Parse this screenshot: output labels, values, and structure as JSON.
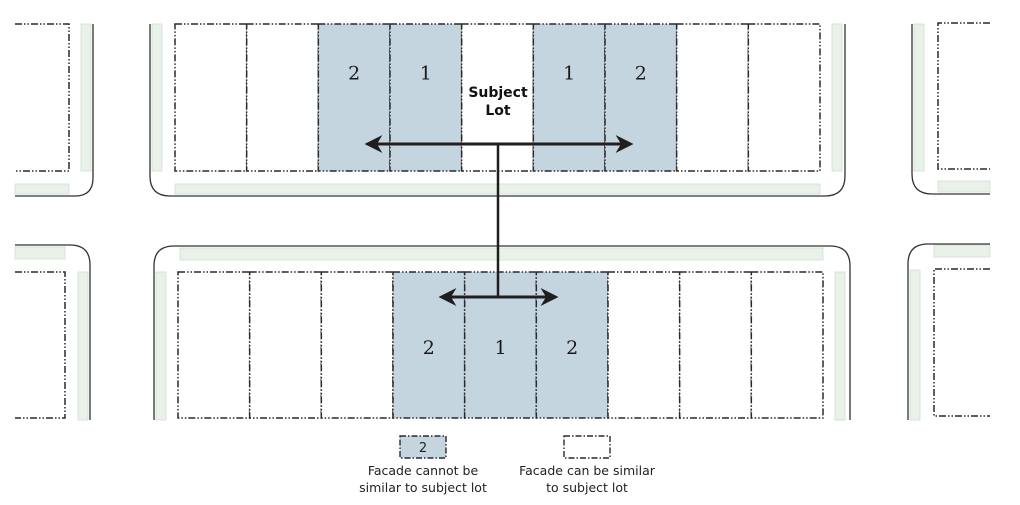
{
  "colors": {
    "restricted_fill": "#c5d5e0",
    "open_fill": "#ffffff",
    "sidewalk_fill": "#e8f2e9",
    "sidewalk_stroke": "#d2ddd4",
    "block_stroke": "#333333",
    "lot_stroke": "#2a2a2a",
    "arrow": "#1f1f1f"
  },
  "subject_lot": {
    "line1": "Subject",
    "line2": "Lot"
  },
  "top_block": {
    "lots": [
      {
        "label": "",
        "restricted": false
      },
      {
        "label": "",
        "restricted": false
      },
      {
        "label": "2",
        "restricted": true
      },
      {
        "label": "1",
        "restricted": true
      },
      {
        "label": "subject",
        "restricted": false
      },
      {
        "label": "1",
        "restricted": true
      },
      {
        "label": "2",
        "restricted": true
      },
      {
        "label": "",
        "restricted": false
      },
      {
        "label": "",
        "restricted": false
      }
    ]
  },
  "bottom_block": {
    "lots": [
      {
        "label": "",
        "restricted": false
      },
      {
        "label": "",
        "restricted": false
      },
      {
        "label": "",
        "restricted": false
      },
      {
        "label": "2",
        "restricted": true
      },
      {
        "label": "1",
        "restricted": true
      },
      {
        "label": "2",
        "restricted": true
      },
      {
        "label": "",
        "restricted": false
      },
      {
        "label": "",
        "restricted": false
      },
      {
        "label": "",
        "restricted": false
      }
    ]
  },
  "legend": {
    "restricted": {
      "swatch_label": "2",
      "line1": "Facade cannot be",
      "line2": "similar to subject lot"
    },
    "open": {
      "line1": "Facade can be similar",
      "line2": "to subject lot"
    }
  }
}
